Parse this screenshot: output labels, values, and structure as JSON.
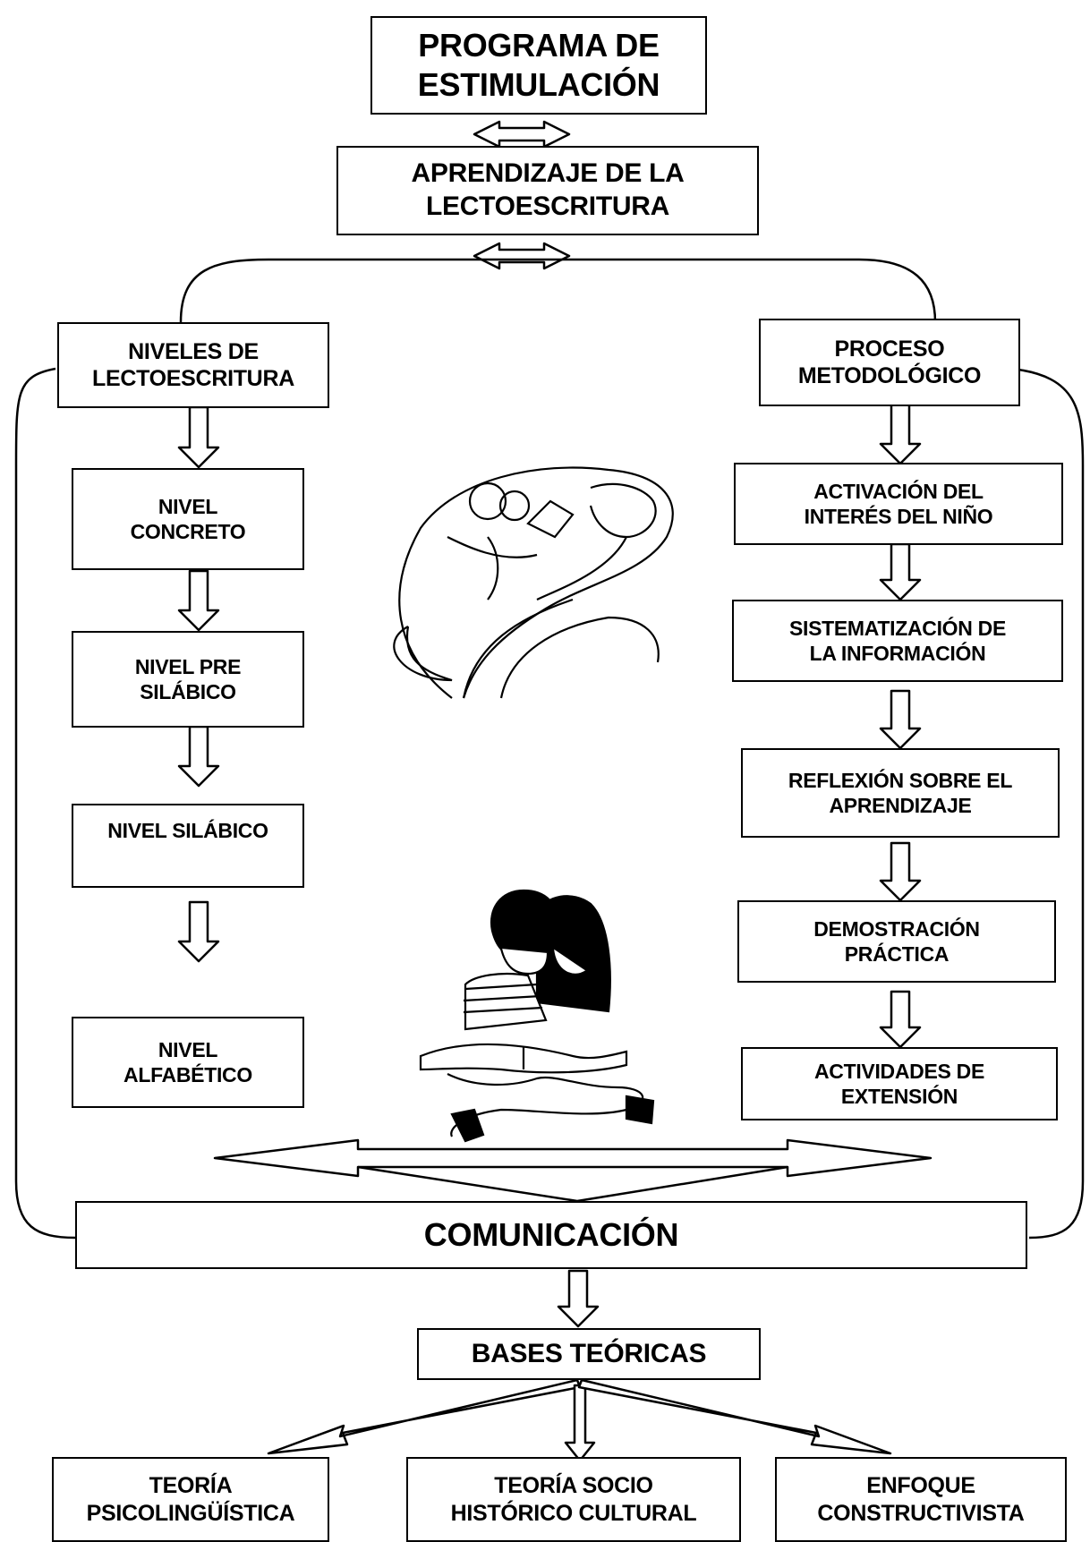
{
  "diagram": {
    "top": {
      "programa": [
        "PROGRAMA DE",
        "ESTIMULACIÓN"
      ],
      "aprendizaje": [
        "APRENDIZAJE DE LA",
        "LECTOESCRITURA"
      ]
    },
    "left": {
      "header": [
        "NIVELES DE",
        "LECTOESCRITURA"
      ],
      "steps": [
        [
          "NIVEL",
          "CONCRETO"
        ],
        [
          "NIVEL PRE",
          "SILÁBICO"
        ],
        [
          "NIVEL SILÁBICO"
        ],
        [
          "NIVEL",
          "ALFABÉTICO"
        ]
      ]
    },
    "right": {
      "header": [
        "PROCESO",
        "METODOLÓGICO"
      ],
      "steps": [
        [
          "ACTIVACIÓN DEL",
          "INTERÉS DEL NIÑO"
        ],
        [
          "SISTEMATIZACIÓN DE",
          "LA INFORMACIÓN"
        ],
        [
          "REFLEXIÓN SOBRE EL",
          "APRENDIZAJE"
        ],
        [
          "DEMOSTRACIÓN",
          "PRÁCTICA"
        ],
        [
          "ACTIVIDADES DE",
          "EXTENSIÓN"
        ]
      ]
    },
    "comunicacion": "COMUNICACIÓN",
    "bases": "BASES TEÓRICAS",
    "teorias": [
      [
        "TEORÍA",
        "PSICOLINGÜÍSTICA"
      ],
      [
        "TEORÍA SOCIO",
        "HISTÓRICO CULTURAL"
      ],
      [
        "ENFOQUE",
        "CONSTRUCTIVISTA"
      ]
    ],
    "illustrations": [
      "reading-fairy-illustration",
      "children-reading-illustration"
    ],
    "colors": {
      "ink": "#000000",
      "background": "#ffffff"
    }
  }
}
